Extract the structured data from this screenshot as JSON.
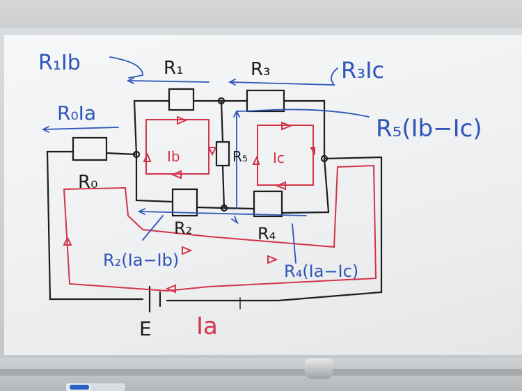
{
  "scene": {
    "description_label": "whiteboard",
    "colors": {
      "ink_black": "#1c1c1c",
      "ink_red": "#d2344a",
      "ink_blue": "#2e55b8",
      "board": "#f2f3f4",
      "frame": "#c9cbcd"
    }
  },
  "labels": {
    "r1_ib": "R₁Ib",
    "r1": "R₁",
    "r3": "R₃",
    "r3_ic": "R₃Ic",
    "r0_ia": "R₀Ia",
    "r5_expr": "R₅(Ib−Ic)",
    "ib": "Ib",
    "ic": "Ic",
    "r5": "R₅",
    "r0": "R₀",
    "r2": "R₂",
    "r4": "R₄",
    "r2_expr": "R₂(Ia−Ib)",
    "r4_expr": "R₄(Ia−Ic)",
    "e": "E",
    "ia": "Ia"
  }
}
